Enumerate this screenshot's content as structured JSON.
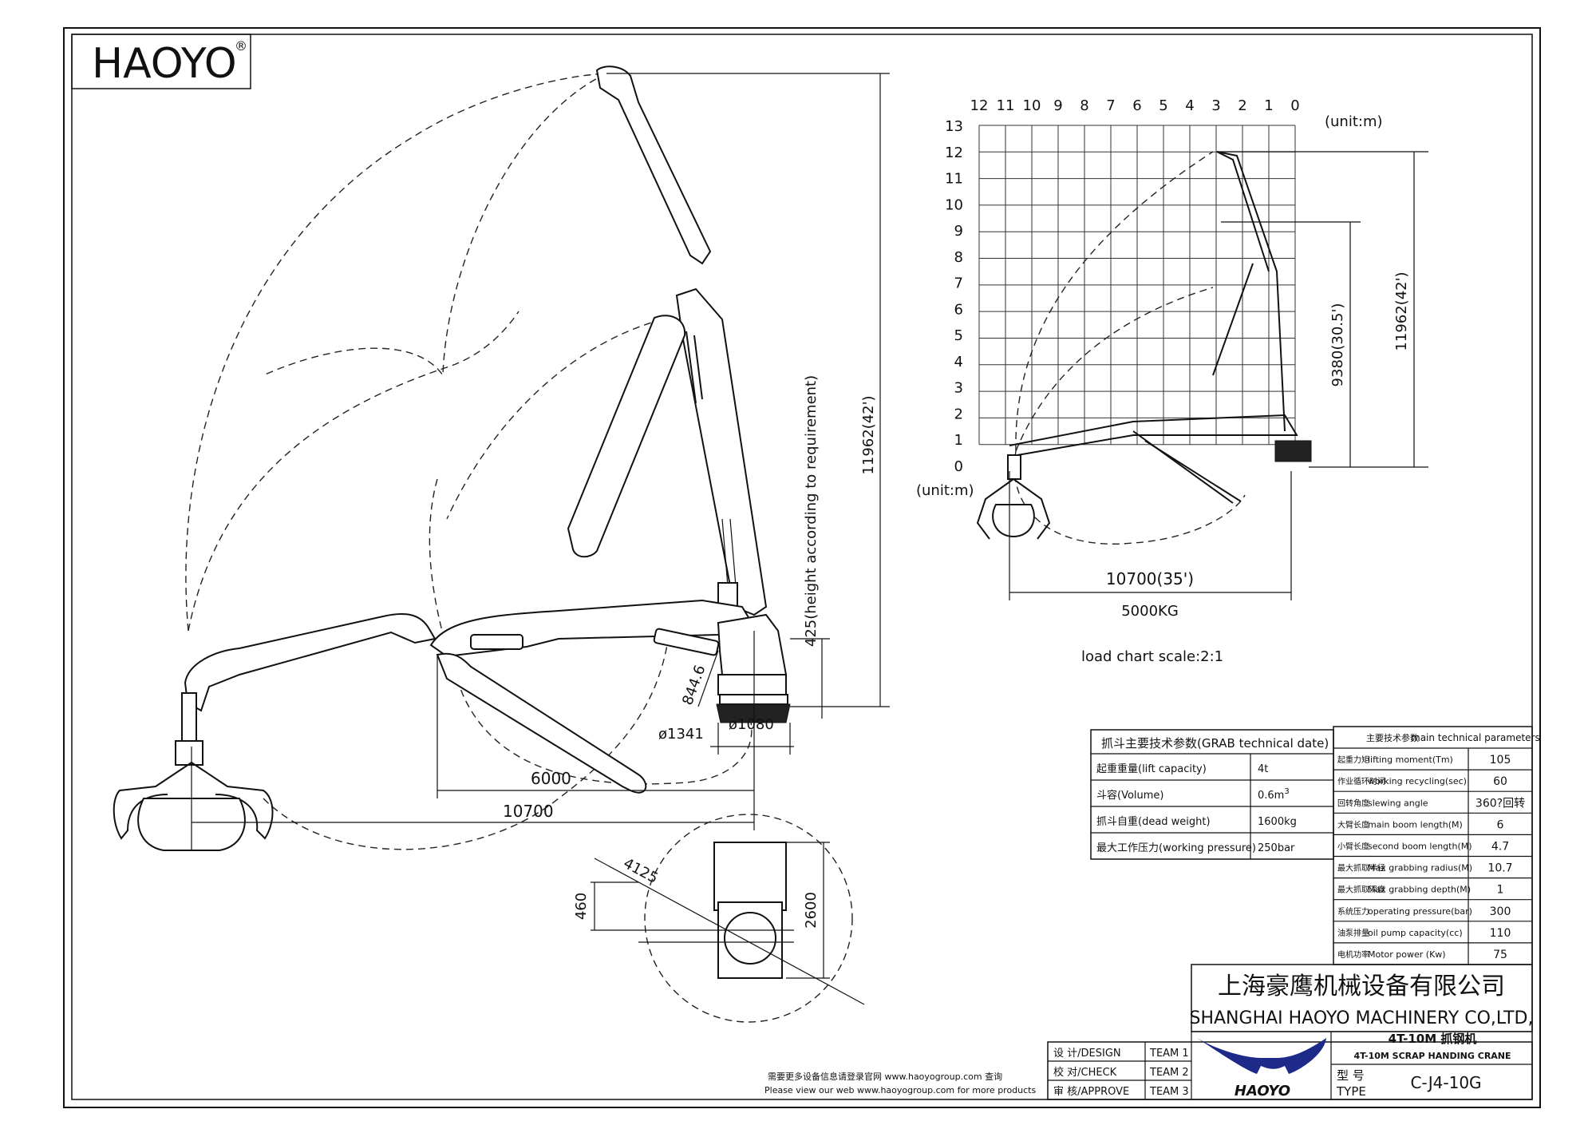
{
  "brand": {
    "logo_text": "HAOYO",
    "registered": "®"
  },
  "left_view": {
    "dim_height": "11962(42')",
    "dim_adjust": "425(height according to requirement)",
    "dim_slew_offset": "844.6",
    "dim_base_outer": "ø1341",
    "dim_base_inner": "ø1080",
    "dim_reach_short": "6000",
    "dim_reach_long": "10700"
  },
  "base_view": {
    "dim_radius": "4125",
    "dim_width": "460",
    "dim_depth": "2600"
  },
  "load_chart": {
    "x_ticks": [
      "12",
      "11",
      "10",
      "9",
      "8",
      "7",
      "6",
      "5",
      "4",
      "3",
      "2",
      "1",
      "0"
    ],
    "y_ticks": [
      "13",
      "12",
      "11",
      "10",
      "9",
      "8",
      "7",
      "6",
      "5",
      "4",
      "3",
      "2",
      "1",
      "0"
    ],
    "unit_top": "(unit:m)",
    "unit_left": "(unit:m)",
    "dim_height_max": "11962(42')",
    "dim_height_mid": "9380(30.5')",
    "dim_reach": "10700(35')",
    "capacity": "5000KG",
    "scale_note": "load chart scale:2:1"
  },
  "grab_table": {
    "title": "抓斗主要技术参数(GRAB technical date)",
    "rows": [
      {
        "label": "起重重量(lift capacity)",
        "value": "4t"
      },
      {
        "label": "斗容(Volume)",
        "value": "0.6m",
        "sup": "3"
      },
      {
        "label": "抓斗自重(dead weight)",
        "value": "1600kg"
      },
      {
        "label": "最大工作压力(working pressure)",
        "value": "250bar"
      }
    ]
  },
  "main_table": {
    "title_cn": "主要技术参数",
    "title_en": "main technical parameters",
    "rows": [
      {
        "cn": "起重力矩",
        "en": "lifting moment(Tm)",
        "value": "105"
      },
      {
        "cn": "作业循环时间",
        "en": "working recycling(sec)",
        "value": "60"
      },
      {
        "cn": "回转角度",
        "en": "slewing angle",
        "value": "360?",
        "suffix": "回转"
      },
      {
        "cn": "大臂长度",
        "en": "main boom length(M)",
        "value": "6"
      },
      {
        "cn": "小臂长度",
        "en": "second boom length(M)",
        "value": "4.7"
      },
      {
        "cn": "最大抓取半径",
        "en": "Max grabbing radius(M)",
        "value": "10.7"
      },
      {
        "cn": "最大抓取深度",
        "en": "Max grabbing depth(M)",
        "value": "1"
      },
      {
        "cn": "系统压力",
        "en": "operating pressure(bar)",
        "value": "300"
      },
      {
        "cn": "油泵排量",
        "en": "oil pump capacity(cc)",
        "value": "110"
      },
      {
        "cn": "电机功率",
        "en": "Motor power (Kw)",
        "value": "75"
      }
    ]
  },
  "title_block": {
    "company_cn": "上海豪鹰机械设备有限公司",
    "company_en": "SHANGHAI HAOYO MACHINERY CO,LTD,",
    "design_label": "设 计/DESIGN",
    "check_label": "校 对/CHECK",
    "approve_label": "审 核/APPROVE",
    "team1": "TEAM 1",
    "team2": "TEAM 2",
    "team3": "TEAM 3",
    "product_cn": "4T-10M 抓钢机",
    "product_en": "4T-10M SCRAP HANDING CRANE",
    "type_cn": "型 号",
    "type_en": "TYPE",
    "type_value": "C-J4-10G",
    "logo_text": "HAOYO",
    "web_cn": "需要更多设备信息请登录官网 www.haoyogroup.com 查询",
    "web_en": "Please view our web www.haoyogroup.com for more products"
  }
}
